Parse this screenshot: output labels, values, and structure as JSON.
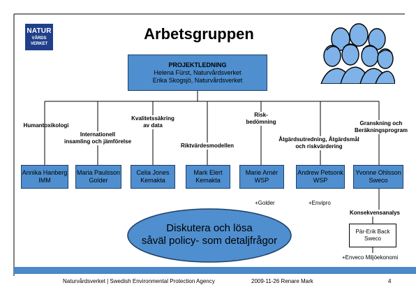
{
  "logo": {
    "line1": "NATUR",
    "line2": "VÅRDS",
    "line3": "VERKET"
  },
  "title": "Arbetsgruppen",
  "lead": {
    "header": "PROJEKTLEDNING",
    "person1": "Helena Fürst, Naturvårdsverket",
    "person2": "Erika Skogsjö, Naturvårdsverket"
  },
  "areas": [
    {
      "label": [
        "Humantoxikologi"
      ],
      "person": "Annika Hanberg",
      "org": "IMM"
    },
    {
      "label": [
        "Internationell",
        "insamling och jämförelse"
      ],
      "person": "Maria Paulsson",
      "org": "Golder"
    },
    {
      "label": [
        "Kvalitetssäkring",
        "av data"
      ],
      "person": "Celia Jones",
      "org": "Kemakta"
    },
    {
      "label": [
        "Riktvärdesmodellen"
      ],
      "person": "Mark Elert",
      "org": "Kemakta"
    },
    {
      "label": [
        "Risk-",
        "bedömning"
      ],
      "person": "Marie Arnér",
      "org": "WSP",
      "extra": "+Golder"
    },
    {
      "label": [
        "Åtgärdsutredning, Åtgärdsmål",
        "och riskvärdering"
      ],
      "person": "Andrew Petsonk",
      "org": "WSP",
      "extra": "+Envipro"
    },
    {
      "label": [
        "Granskning och",
        "Beräkningsprogram"
      ],
      "person": "Yvonne Ohlsson",
      "org": "Sweco"
    }
  ],
  "consequence": {
    "label": "Konsekvensanalys",
    "person": "Pär-Erik Back",
    "org": "Sweco",
    "extra": "+Enveco Miljöekonomi"
  },
  "oval": {
    "line1": "Diskutera och lösa",
    "line2": "såväl policy- som detaljfrågor"
  },
  "footer": {
    "agency": "Naturvårdsverket | Swedish Environmental Protection Agency",
    "date_author": "2009-11-26 Renare Mark",
    "page": "4"
  }
}
